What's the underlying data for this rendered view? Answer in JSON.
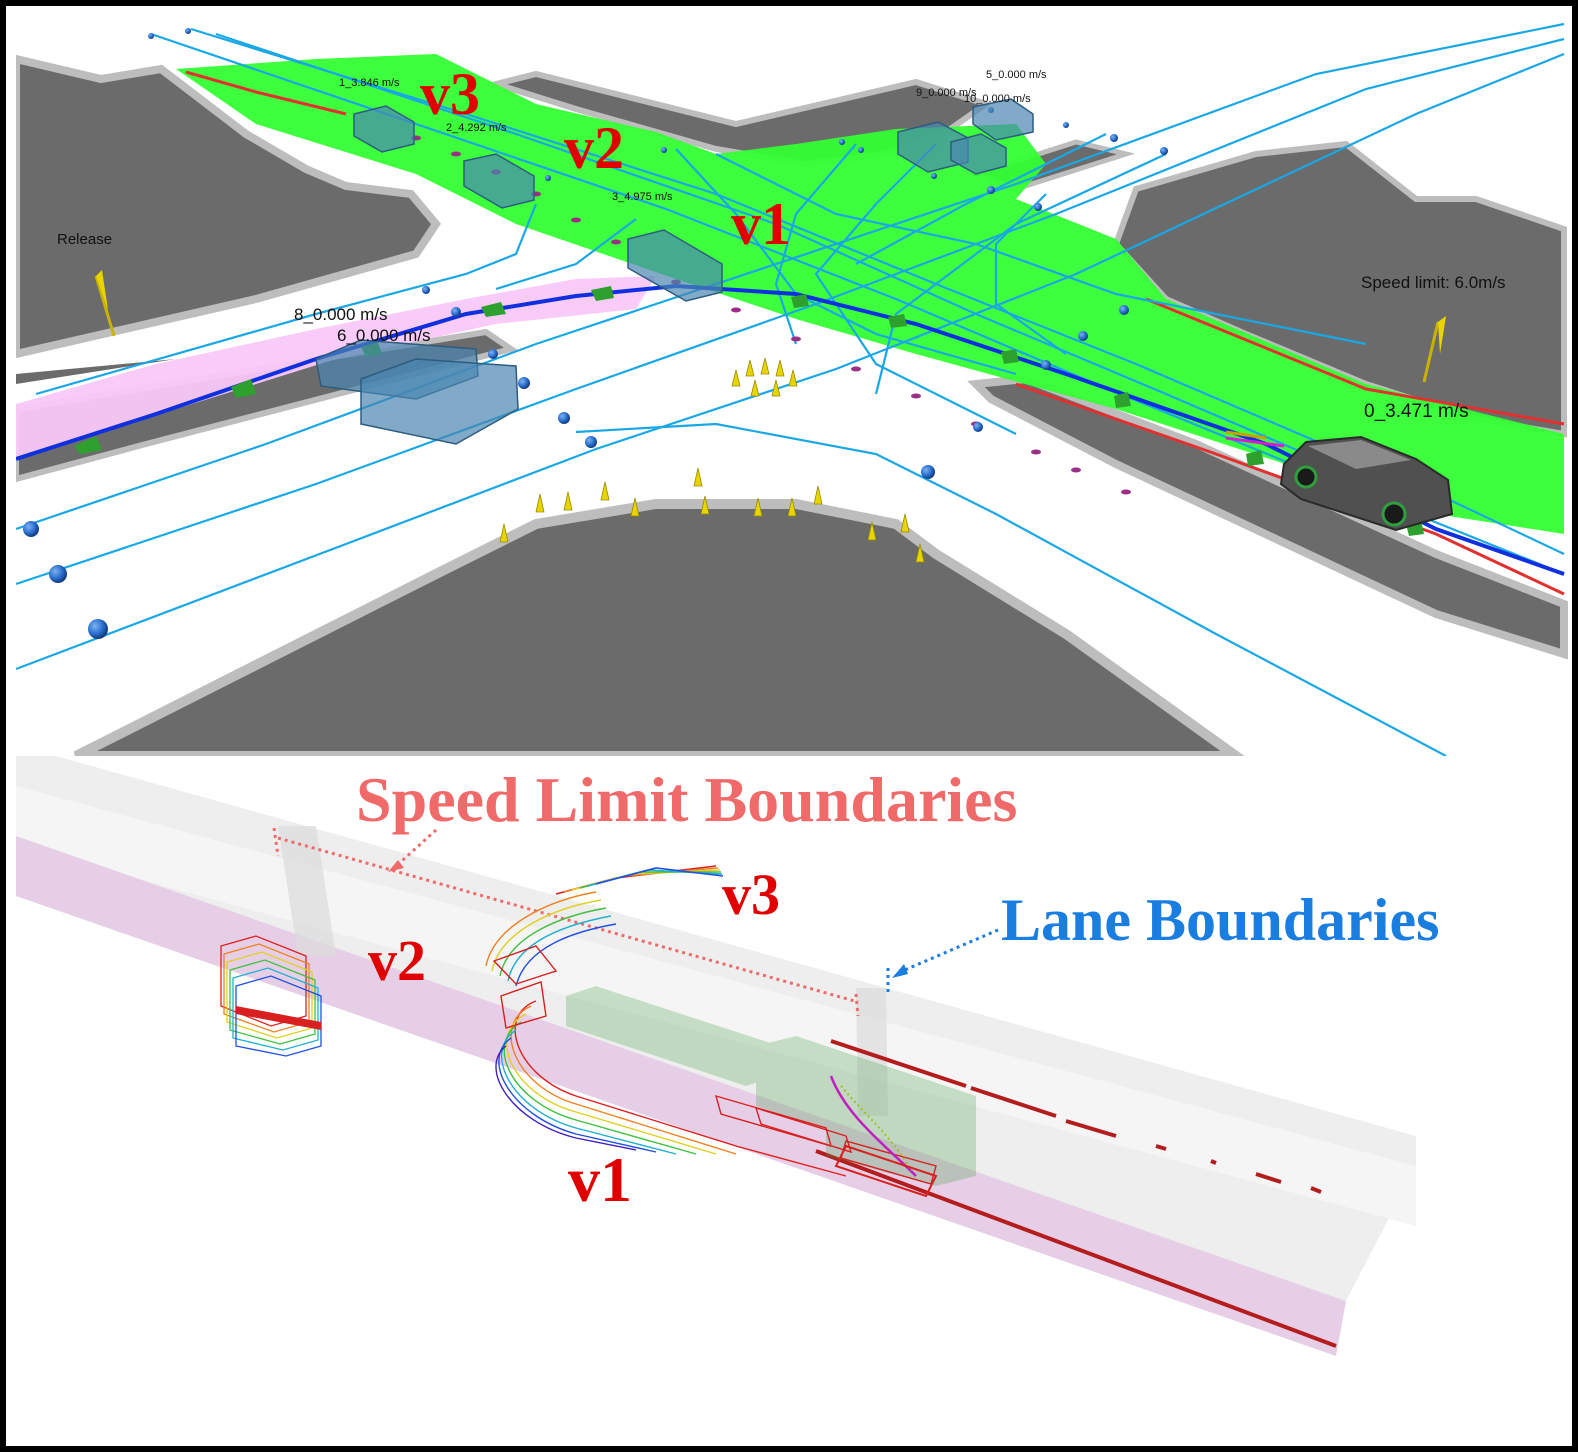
{
  "colors": {
    "drivable_area": "#33ff33",
    "target_lane": "#f8c8f8",
    "lane_center": "#1aa7e6",
    "planned_path": "#1030e0",
    "road_shoulder": "#ffffff",
    "curb": "#6b6b6b",
    "vehicle_box": "#4a86b0",
    "label_red": "#e00000",
    "speed_limit_caption": "#f06a6a",
    "lane_boundary_caption": "#1a7de0"
  },
  "top_view": {
    "vehicle_labels": {
      "v1": "v1",
      "v2": "v2",
      "v3": "v3"
    },
    "agent_speeds": {
      "a1": "1_3.846  m/s",
      "a2": "2_4.292  m/s",
      "a3": "3_4.975  m/s",
      "a5": "5_0.000  m/s",
      "a9": "9_0.000  m/s",
      "a10": "10_0.000  m/s",
      "a8": "8_0.000  m/s",
      "a6": "6_0.000  m/s",
      "ego": "0_3.471  m/s"
    },
    "release_label": "Release",
    "speed_limit_label": "Speed  limit:  6.0m/s",
    "icons": {
      "release_flag": "flag-icon",
      "speed_limit_flag": "flag-icon",
      "traffic_cones": "traffic-cone-icon",
      "ego_vehicle": "car-icon"
    }
  },
  "bottom_view": {
    "speed_limit_caption": "Speed Limit Boundaries",
    "lane_boundaries_caption": "Lane Boundaries",
    "vehicle_labels": {
      "v1": "v1",
      "v2": "v2",
      "v3": "v3"
    }
  }
}
